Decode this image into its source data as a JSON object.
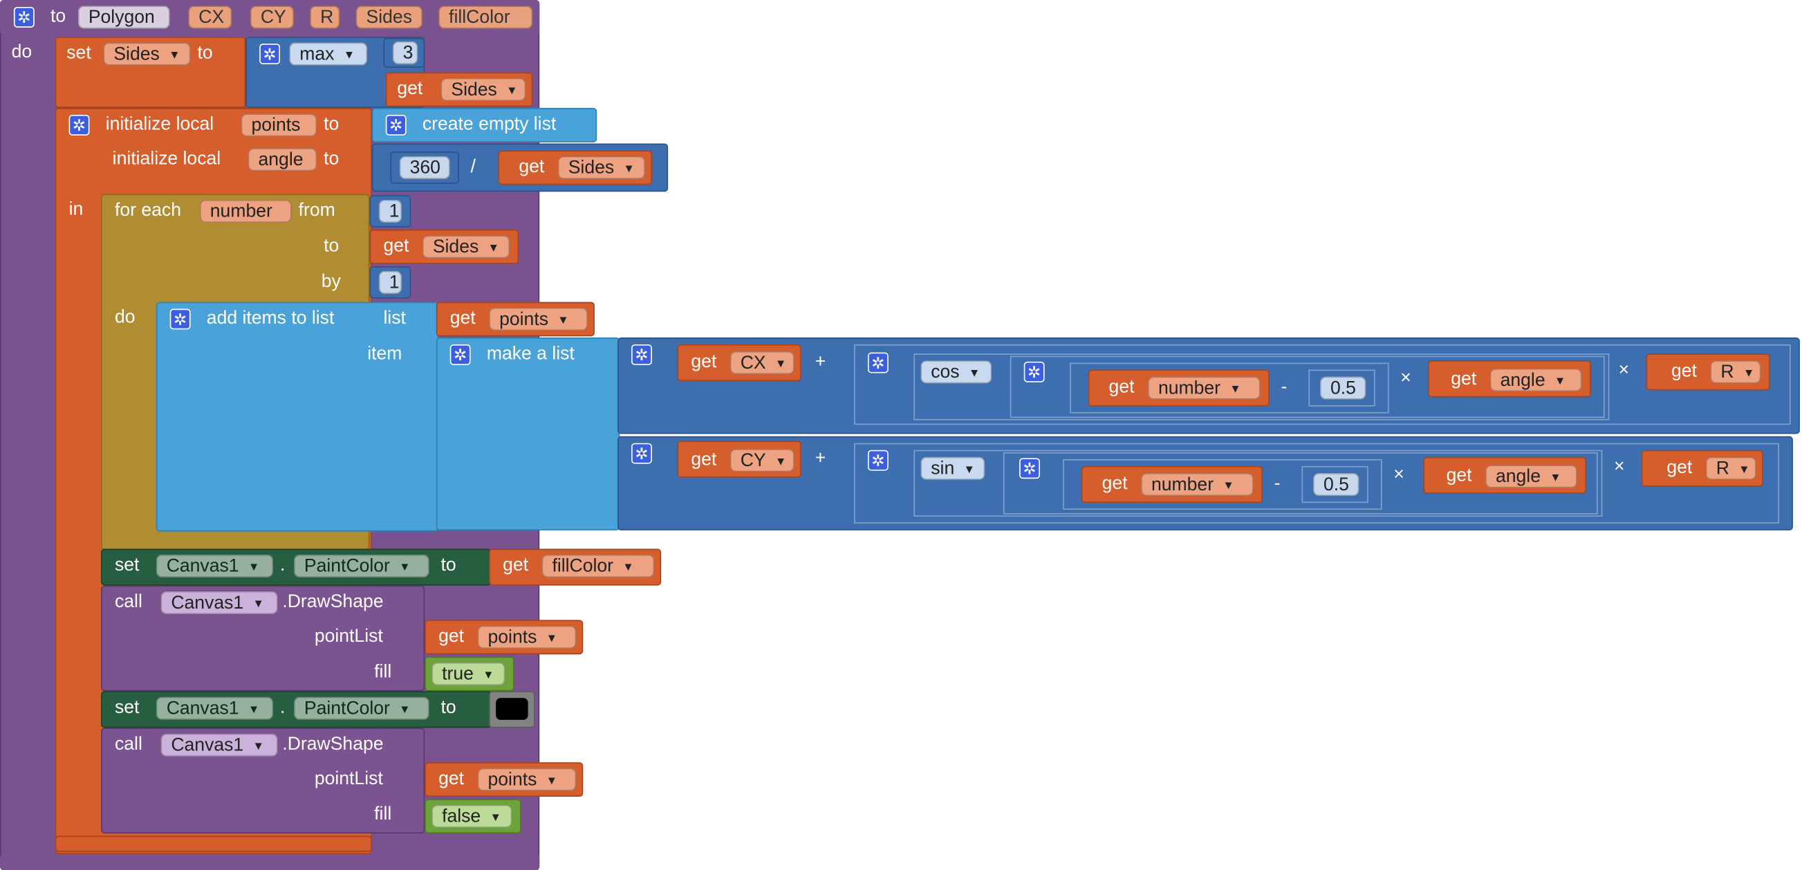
{
  "proc": {
    "to": "to",
    "name": "Polygon",
    "params": [
      "CX",
      "CY",
      "R",
      "Sides",
      "fillColor"
    ],
    "do": "do"
  },
  "set_sides": {
    "set": "set",
    "var": "Sides",
    "to": "to"
  },
  "max_block": {
    "op": "max",
    "a": "3",
    "get": "get",
    "b": "Sides"
  },
  "locals": {
    "init1": "initialize local",
    "var1": "points",
    "to": "to",
    "init2": "initialize local",
    "var2": "angle",
    "in": "in",
    "empty_list": "create empty list"
  },
  "div_block": {
    "a": "360",
    "op": "/",
    "get": "get",
    "b": "Sides"
  },
  "for_each": {
    "label": "for each",
    "var": "number",
    "from": "from",
    "from_val": "1",
    "to": "to",
    "to_get": "get",
    "to_var": "Sides",
    "by": "by",
    "by_val": "1",
    "do": "do"
  },
  "add_items": {
    "label": "add items to list",
    "list": "list",
    "item": "item",
    "get": "get",
    "list_var": "points"
  },
  "make_list": {
    "label": "make a list"
  },
  "expr1": {
    "get": "get",
    "cx": "CX",
    "plus": "+",
    "fn": "cos",
    "num": "number",
    "minus": "-",
    "half": "0.5",
    "times": "×",
    "angle": "angle",
    "r": "R"
  },
  "expr2": {
    "get": "get",
    "cy": "CY",
    "plus": "+",
    "fn": "sin",
    "num": "number",
    "minus": "-",
    "half": "0.5",
    "times": "×",
    "angle": "angle",
    "r": "R"
  },
  "set_paint1": {
    "set": "set",
    "comp": "Canvas1",
    "dot": ".",
    "prop": "PaintColor",
    "to": "to",
    "get": "get",
    "val": "fillColor"
  },
  "call1": {
    "call": "call",
    "comp": "Canvas1",
    "method": ".DrawShape",
    "pointList": "pointList",
    "get": "get",
    "points": "points",
    "fill": "fill",
    "fill_val": "true"
  },
  "set_paint2": {
    "set": "set",
    "comp": "Canvas1",
    "dot": ".",
    "prop": "PaintColor",
    "to": "to",
    "color": "#000000"
  },
  "call2": {
    "call": "call",
    "comp": "Canvas1",
    "method": ".DrawShape",
    "pointList": "pointList",
    "get": "get",
    "points": "points",
    "fill": "fill",
    "fill_val": "false"
  },
  "icons": {
    "mutator": "gear-icon",
    "dropdown": "dropdown-arrow-icon"
  },
  "colors": {
    "procedure": "#7a5290",
    "variables": "#d65d2c",
    "control": "#b08d33",
    "lists": "#4aa3d8",
    "math": "#3d6fb0",
    "canvas_set": "#265e3f",
    "canvas_call": "#7b5390",
    "logic": "#6ea33b"
  }
}
